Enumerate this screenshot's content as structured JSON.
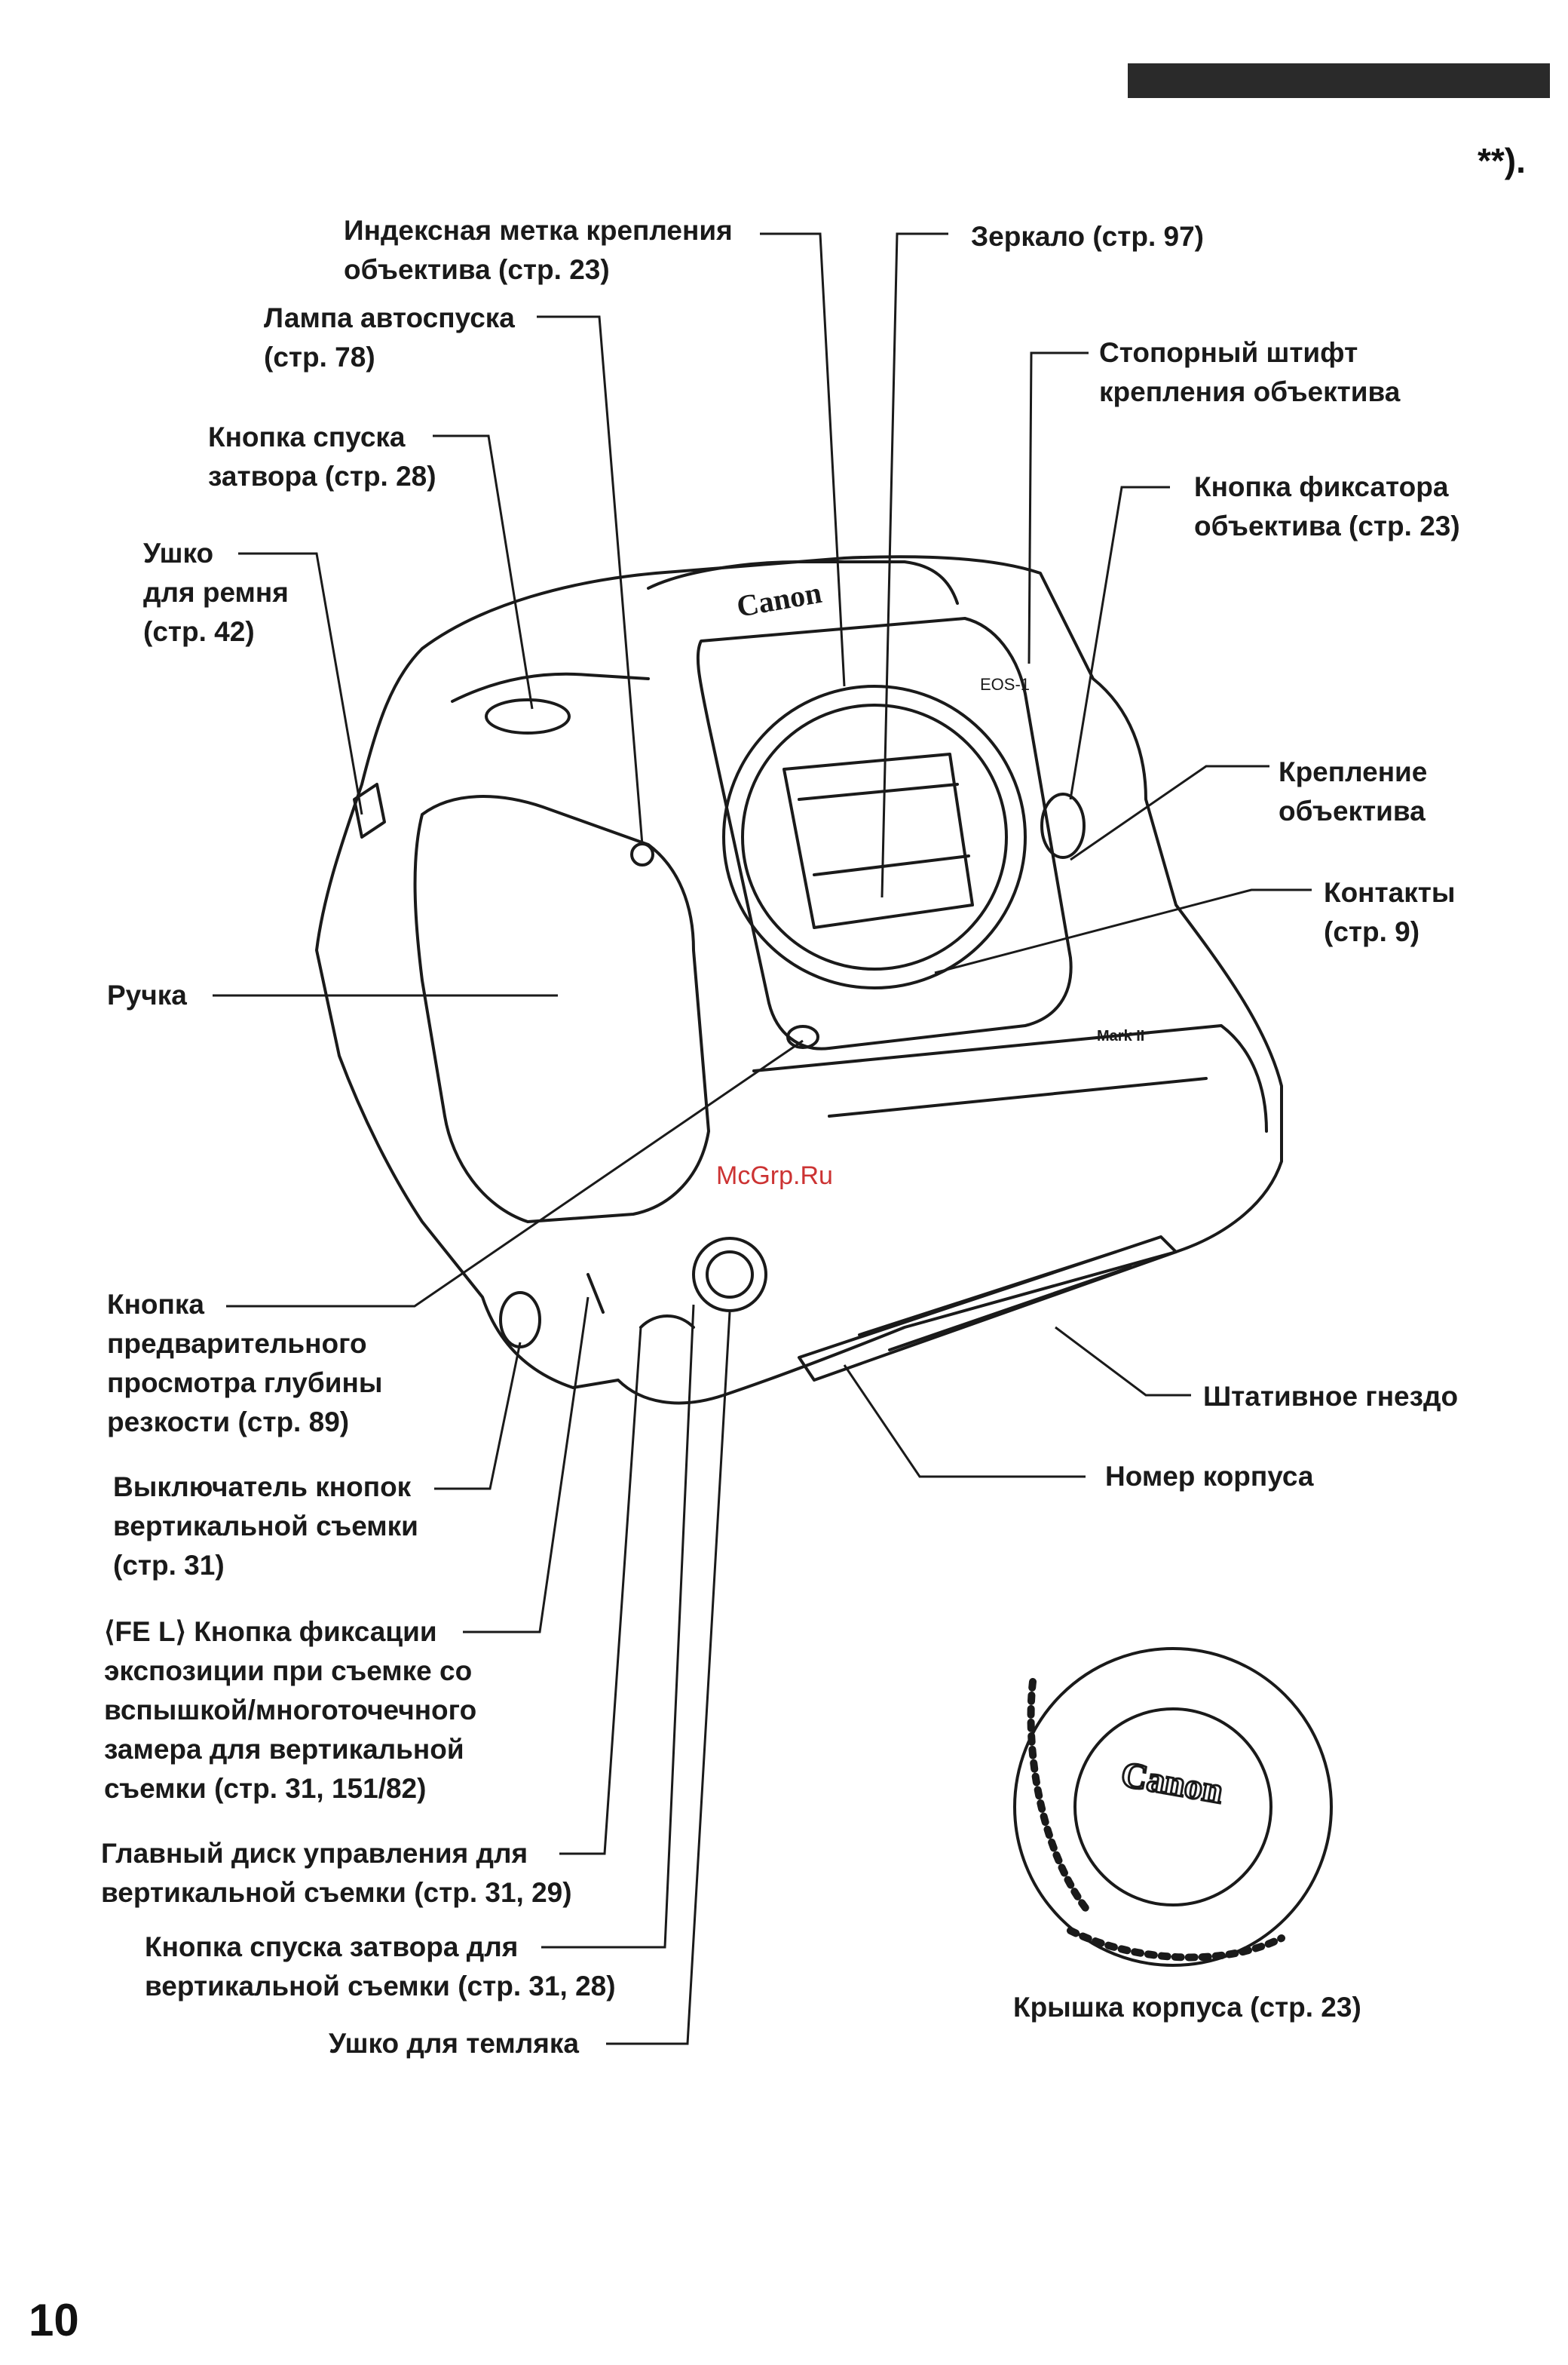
{
  "header": {
    "note": "**)."
  },
  "watermark": "McGrp.Ru",
  "labels": {
    "index_mark": [
      "Индексная метка крепления",
      "объектива (стр. 23)"
    ],
    "mirror": [
      "Зеркало (стр. 97)"
    ],
    "self_timer_lamp": [
      "Лампа автоспуска",
      "(стр. 78)"
    ],
    "lock_pin": [
      "Стопорный штифт",
      "крепления объектива"
    ],
    "shutter_button": [
      "Кнопка спуска",
      "затвора (стр. 28)"
    ],
    "lens_release": [
      "Кнопка фиксатора",
      "объектива (стр. 23)"
    ],
    "strap_mount": [
      "Ушко",
      "для ремня",
      "(стр. 42)"
    ],
    "lens_mount": [
      "Крепление",
      "объектива"
    ],
    "contacts": [
      "Контакты",
      "(стр. 9)"
    ],
    "grip": [
      "Ручка"
    ],
    "dof_preview": [
      "Кнопка",
      "предварительного",
      "просмотра глубины",
      "резкости (стр. 89)"
    ],
    "tripod_socket": [
      "Штативное гнездо"
    ],
    "vertical_switch": [
      "Выключатель кнопок",
      "вертикальной съемки",
      "(стр. 31)"
    ],
    "serial_number": [
      "Номер корпуса"
    ],
    "fel_button": [
      "⟨FE L⟩ Кнопка фиксации",
      "экспозиции при съемке со",
      "вспышкой/многоточечного",
      "замера для вертикальной",
      "съемки (стр. 31, 151/82)"
    ],
    "main_dial_vertical": [
      "Главный диск управления для",
      "вертикальной съемки (стр. 31, 29)"
    ],
    "shutter_vertical": [
      "Кнопка спуска затвора для",
      "вертикальной съемки (стр. 31, 28)"
    ],
    "hand_strap": [
      "Ушко для темляка"
    ],
    "body_cap": [
      "Крышка корпуса (стр. 23)"
    ]
  },
  "camera": {
    "brand": "Canon",
    "model": "EOS-1",
    "badge": "Mark II"
  },
  "cap": {
    "brand": "Canon"
  },
  "page_number": "10"
}
